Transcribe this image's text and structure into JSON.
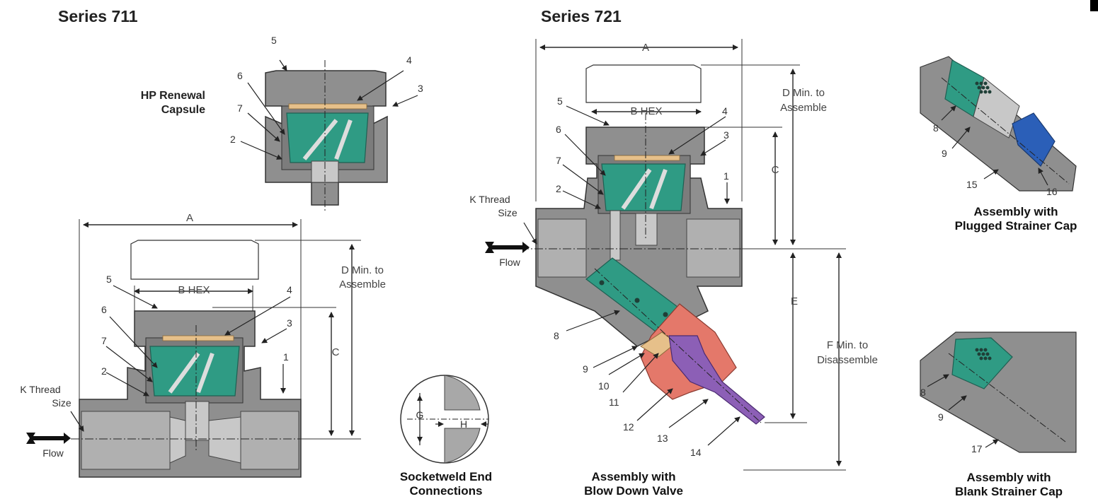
{
  "series711": {
    "title": "Series 711",
    "capsule_label_line1": "HP Renewal",
    "capsule_label_line2": "Capsule",
    "dim_a": "A",
    "dim_b": "B HEX",
    "dim_c": "C",
    "dim_d_line1": "D Min. to",
    "dim_d_line2": "Assemble",
    "k_thread_line1": "K Thread",
    "k_thread_line2": "Size",
    "flow": "Flow",
    "capsule_numbers": [
      "5",
      "4",
      "3",
      "6",
      "7",
      "2"
    ],
    "body_numbers": [
      "5",
      "4",
      "6",
      "3",
      "7",
      "1",
      "2"
    ]
  },
  "socketweld": {
    "dim_g": "G",
    "dim_h": "H",
    "caption_line1": "Socketweld End",
    "caption_line2": "Connections"
  },
  "series721": {
    "title": "Series 721",
    "dim_a": "A",
    "dim_b": "B HEX",
    "dim_c": "C",
    "dim_d_line1": "D Min. to",
    "dim_d_line2": "Assemble",
    "dim_e": "E",
    "dim_f_line1": "F Min. to",
    "dim_f_line2": "Disassemble",
    "k_thread_line1": "K Thread",
    "k_thread_line2": "Size",
    "flow": "Flow",
    "numbers": [
      "5",
      "4",
      "6",
      "3",
      "7",
      "2",
      "1",
      "8",
      "9",
      "10",
      "11",
      "12",
      "13",
      "14"
    ],
    "caption_line1": "Assembly with",
    "caption_line2": "Blow Down Valve"
  },
  "plugged": {
    "numbers": [
      "8",
      "9",
      "15",
      "16"
    ],
    "caption_line1": "Assembly with",
    "caption_line2": "Plugged Strainer Cap"
  },
  "blank": {
    "numbers": [
      "8",
      "9",
      "17"
    ],
    "caption_line1": "Assembly with",
    "caption_line2": "Blank Strainer Cap"
  },
  "colors": {
    "body_gray": "#8f8f8f",
    "body_dark": "#6e6e6e",
    "strainer_green": "#2f9b84",
    "gasket_tan": "#e6c08a",
    "valve_red": "#e4786a",
    "valve_purple": "#8c5fb6",
    "plug_blue": "#2b5fb8"
  }
}
